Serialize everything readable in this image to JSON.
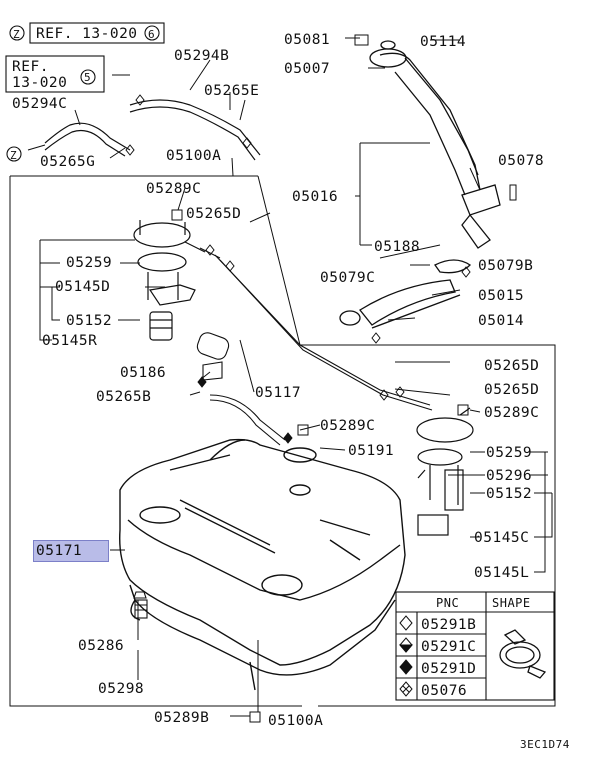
{
  "refs": {
    "ref1": {
      "z": "Z",
      "text": "REF. 13-020",
      "num": "6"
    },
    "ref2": {
      "line1": "REF.",
      "line2": "13-020",
      "num": "5"
    },
    "z_mark": "Z"
  },
  "parts": {
    "p05294B": "05294B",
    "p05265E": "05265E",
    "p05294C": "05294C",
    "p05265G": "05265G",
    "p05100A_top": "05100A",
    "p05289C_a": "05289C",
    "p05265D_a": "05265D",
    "p05259_a": "05259",
    "p05145D": "05145D",
    "p05152_a": "05152",
    "p05145R": "05145R",
    "p05186": "05186",
    "p05117": "05117",
    "p05265B": "05265B",
    "p05081": "05081",
    "p05114": "05114",
    "p05007": "05007",
    "p05016": "05016",
    "p05078": "05078",
    "p05188": "05188",
    "p05079C": "05079C",
    "p05079B": "05079B",
    "p05015": "05015",
    "p05014": "05014",
    "p05265D_b": "05265D",
    "p05265D_c": "05265D",
    "p05289C_b": "05289C",
    "p05289C_c": "05289C",
    "p05191": "05191",
    "p05259_b": "05259",
    "p05296": "05296",
    "p05152_b": "05152",
    "p05145C": "05145C",
    "p05145L": "05145L",
    "p05171": "05171",
    "p05286": "05286",
    "p05298": "05298",
    "p05289B": "05289B",
    "p05100A_bottom": "05100A"
  },
  "legend": {
    "header_pnc": "PNC",
    "header_shape": "SHAPE",
    "rows": [
      {
        "symbol": "diamond-open",
        "pnc": "05291B"
      },
      {
        "symbol": "diamond-half",
        "pnc": "05291C"
      },
      {
        "symbol": "diamond-filled",
        "pnc": "05291D"
      },
      {
        "symbol": "diamond-cross",
        "pnc": "05076"
      }
    ]
  },
  "diagram_code": "3EC1D74",
  "colors": {
    "highlight": "#b9bce8",
    "line": "#111111"
  }
}
